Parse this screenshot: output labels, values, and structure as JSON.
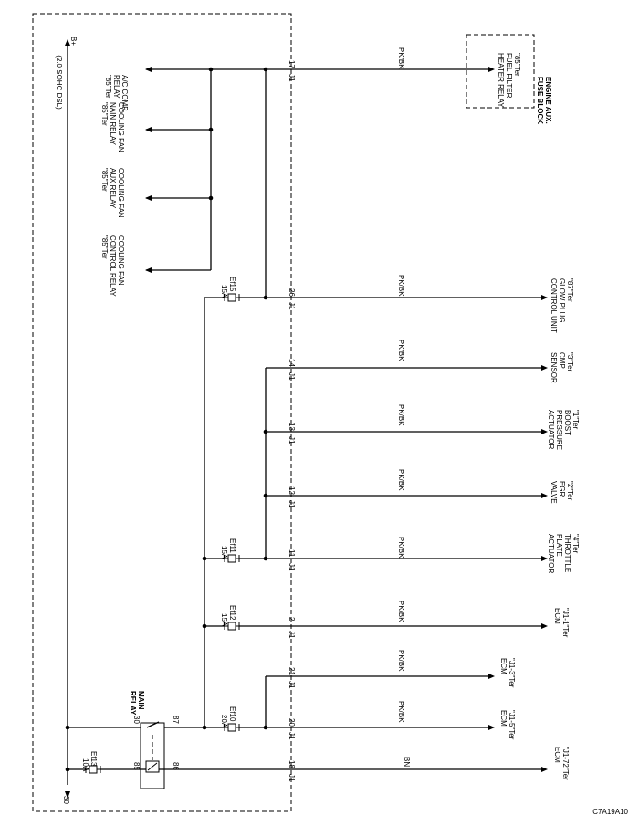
{
  "fuse_block": {
    "title": "(2.0 SOHC DSL)",
    "b_plus": "B+",
    "pin_30": "30"
  },
  "engine_aux": {
    "line1": "ENGINE AUX.",
    "line2": "FUSE BLOCK",
    "relay_pin": "\"85\"Ter",
    "relay_line1": "FUEL FILTER",
    "relay_line2": "HEATER RELAY"
  },
  "relays": [
    {
      "line1": "A/C COMP.",
      "line2": "RELAY",
      "line3": "\"85\"Ter"
    },
    {
      "line1": "COOLING FAN",
      "line2": "NAIN RELAY",
      "line3": "\"85\"Ter"
    },
    {
      "line1": "COOLING FAN",
      "line2": "AUX RELAY",
      "line3": "\"85\"Ter"
    },
    {
      "line1": "COOLING FAN",
      "line2": "CONTROL RELAY",
      "line3": "\"85\"Ter"
    }
  ],
  "main_relay": {
    "line1": "MAIN",
    "line2": "RELAY",
    "pin_30": "30",
    "pin_87": "87",
    "pin_85": "85",
    "pin_86": "86"
  },
  "fuses": [
    {
      "name": "Ef15",
      "rating": "15A"
    },
    {
      "name": "Ef11",
      "rating": "15A"
    },
    {
      "name": "Ef12",
      "rating": "15A"
    },
    {
      "name": "Ef10",
      "rating": "20A"
    },
    {
      "name": "Ef13",
      "rating": "10A"
    }
  ],
  "circuits": [
    {
      "conn": "J1",
      "pin": "17",
      "wire": "PK/BK",
      "dest1": "\"85\"Ter",
      "dest2": "FUEL FILTER",
      "dest3": "HEATER RELAY"
    },
    {
      "conn": "J1",
      "pin": "26",
      "wire": "PK/BK",
      "dest1": "\"87\"Ter",
      "dest2": "GLOW PLUG",
      "dest3": "CONTROL UNIT"
    },
    {
      "conn": "J1",
      "pin": "14",
      "wire": "PK/BK",
      "dest1": "\"3\"Ter",
      "dest2": "CMP",
      "dest3": "SENSOR"
    },
    {
      "conn": "J1",
      "pin": "13",
      "wire": "PK/BK",
      "dest1": "\"1\"Ter",
      "dest2": "BOOST",
      "dest3": "PRESSURE",
      "dest4": "ACTUATOR"
    },
    {
      "conn": "J1",
      "pin": "12",
      "wire": "PK/BK",
      "dest1": "\"2\"Ter",
      "dest2": "EGR",
      "dest3": "VALVE"
    },
    {
      "conn": "J1",
      "pin": "11",
      "wire": "PK/BK",
      "dest1": "\"4\"Ter",
      "dest2": "THROTTLE",
      "dest3": "PLATE",
      "dest4": "ACTUATOR"
    },
    {
      "conn": "J1",
      "pin": "2",
      "wire": "PK/BK",
      "dest1": "\"J1-1\"Ter",
      "dest2": "ECM"
    },
    {
      "conn": "J1",
      "pin": "21",
      "wire": "PK/BK",
      "dest1": "\"J1-3\"Ter",
      "dest2": "ECM"
    },
    {
      "conn": "J1",
      "pin": "20",
      "wire": "PK/BK",
      "dest1": "\"J1-5\"Ter",
      "dest2": "ECM"
    },
    {
      "conn": "J1",
      "pin": "18",
      "wire": "BN",
      "dest1": "\"J1-72\"Ter",
      "dest2": "ECM"
    }
  ],
  "figure_code": "C7A19A10"
}
